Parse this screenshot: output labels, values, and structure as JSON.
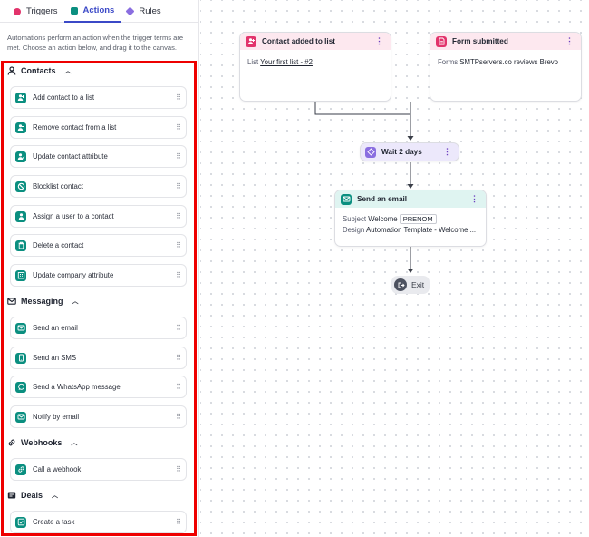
{
  "tabs": [
    {
      "label": "Triggers",
      "color": "#e2336b"
    },
    {
      "label": "Actions",
      "color": "#0b8f80"
    },
    {
      "label": "Rules",
      "color": "#8a6ee0"
    }
  ],
  "intro": "Automations perform an action when the trigger terms are met. Choose an action below, and drag it to the canvas.",
  "sections": {
    "contacts": {
      "title": "Contacts",
      "items": [
        "Add contact to a list",
        "Remove contact from a list",
        "Update contact attribute",
        "Blocklist contact",
        "Assign a user to a contact",
        "Delete a contact",
        "Update company attribute"
      ]
    },
    "messaging": {
      "title": "Messaging",
      "items": [
        "Send an email",
        "Send an SMS",
        "Send a WhatsApp message",
        "Notify by email"
      ]
    },
    "webhooks": {
      "title": "Webhooks",
      "items": [
        "Call a webhook"
      ]
    },
    "deals": {
      "title": "Deals",
      "items": [
        "Create a task"
      ]
    }
  },
  "canvas": {
    "trigger1": {
      "title": "Contact added to list",
      "field": "List",
      "value": "Your first list - #2"
    },
    "trigger2": {
      "title": "Form submitted",
      "field": "Forms",
      "value": "SMTPservers.co reviews Brevo"
    },
    "wait": {
      "label": "Wait 2 days"
    },
    "email": {
      "title": "Send an email",
      "subject_label": "Subject",
      "subject_value": "Welcome",
      "subject_tag": "PRENOM",
      "design_label": "Design",
      "design_value": "Automation Template - Welcome ..."
    },
    "exit": {
      "label": "Exit"
    }
  },
  "colors": {
    "accent": "#3b49c7",
    "teal": "#0b8f80",
    "pink": "#e2336b",
    "purple": "#8a6ee0",
    "highlight": "#ee0000"
  }
}
